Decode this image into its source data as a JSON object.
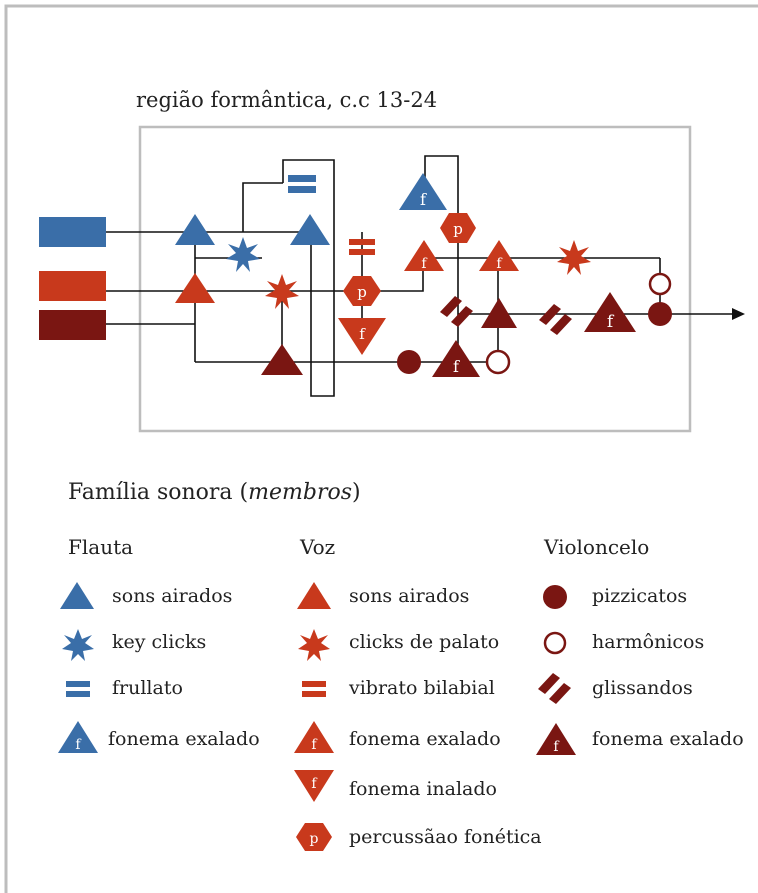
{
  "region": {
    "title": "região formântica, c.c 13-24"
  },
  "colors": {
    "flauta": "#3a6ea8",
    "voz": "#c8391c",
    "violoncelo": "#7a1612",
    "line": "#111111",
    "frame": "#bdbdbd"
  },
  "legend": {
    "title_prefix": "Família sonora (",
    "title_italic": "membros",
    "title_suffix": ")",
    "columns": [
      {
        "name": "Flauta",
        "items": [
          {
            "icon": "triangle",
            "label": "sons airados"
          },
          {
            "icon": "asterisk",
            "label": "key clicks"
          },
          {
            "icon": "double-bar",
            "label": "frullato"
          },
          {
            "icon": "triangle-f",
            "label": "fonema exalado"
          }
        ]
      },
      {
        "name": "Voz",
        "items": [
          {
            "icon": "triangle",
            "label": "sons airados"
          },
          {
            "icon": "asterisk",
            "label": "clicks de palato"
          },
          {
            "icon": "double-bar",
            "label": "vibrato bilabial"
          },
          {
            "icon": "triangle-f",
            "label": "fonema exalado"
          },
          {
            "icon": "triangle-down-f",
            "label": "fonema inalado"
          },
          {
            "icon": "hexagon-p",
            "label": "percussãao fonética"
          }
        ]
      },
      {
        "name": "Violoncelo",
        "items": [
          {
            "icon": "filled-circle",
            "label": "pizzicatos"
          },
          {
            "icon": "open-circle",
            "label": "harmônicos"
          },
          {
            "icon": "double-slash",
            "label": "glissandos"
          },
          {
            "icon": "triangle-f",
            "label": "fonema exalado"
          }
        ]
      }
    ]
  },
  "glyphs": {
    "f": "f",
    "p": "p"
  }
}
